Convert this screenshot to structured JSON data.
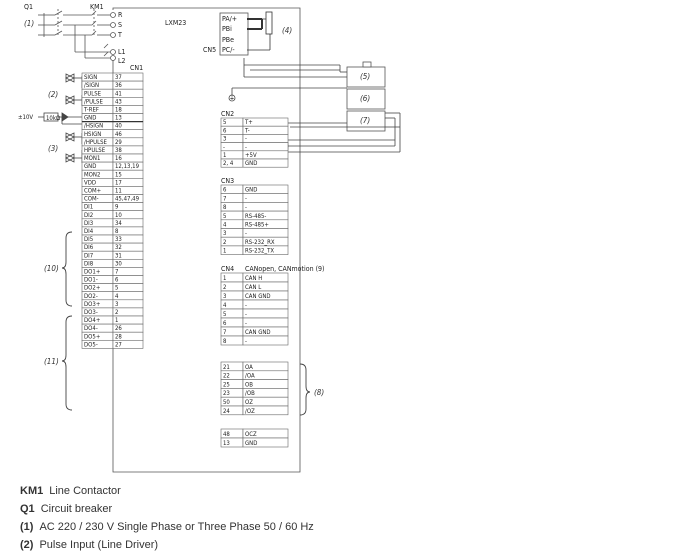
{
  "diagram": {
    "q1": "Q1",
    "km1": "KM1",
    "rst": [
      "R",
      "S",
      "T"
    ],
    "l1": "L1",
    "l2": "L2",
    "cn1": "CN1",
    "drive": "LXM23",
    "cn5_label": "CN5",
    "cn5_pins": [
      "PA/+",
      "PBi",
      "PBe",
      "PC/-"
    ],
    "vref": "±10V",
    "res": "10kΩ",
    "callouts": [
      "(1)",
      "(2)",
      "(3)",
      "(4)",
      "(5)",
      "(6)",
      "(7)",
      "(8)",
      "(10)",
      "(11)"
    ],
    "cn1_rows": [
      {
        "name": "SIGN",
        "pin": "37"
      },
      {
        "name": "/SIGN",
        "pin": "36"
      },
      {
        "name": "PULSE",
        "pin": "41"
      },
      {
        "name": "/PULSE",
        "pin": "43"
      },
      {
        "name": "T-REF",
        "pin": "18"
      },
      {
        "name": "GND",
        "pin": "13"
      },
      {
        "name": "/HSIGN",
        "pin": "40"
      },
      {
        "name": "HSIGN",
        "pin": "46"
      },
      {
        "name": "/HPULSE",
        "pin": "29"
      },
      {
        "name": "HPULSE",
        "pin": "38"
      },
      {
        "name": "MON1",
        "pin": "16"
      },
      {
        "name": "GND",
        "pin": "12,13,19"
      },
      {
        "name": "MON2",
        "pin": "15"
      },
      {
        "name": "VDD",
        "pin": "17"
      },
      {
        "name": "COM+",
        "pin": "11"
      },
      {
        "name": "COM-",
        "pin": "45,47,49"
      },
      {
        "name": "DI1",
        "pin": "9"
      },
      {
        "name": "DI2",
        "pin": "10"
      },
      {
        "name": "DI3",
        "pin": "34"
      },
      {
        "name": "DI4",
        "pin": "8"
      },
      {
        "name": "DI5",
        "pin": "33"
      },
      {
        "name": "DI6",
        "pin": "32"
      },
      {
        "name": "DI7",
        "pin": "31"
      },
      {
        "name": "DI8",
        "pin": "30"
      },
      {
        "name": "DO1+",
        "pin": "7"
      },
      {
        "name": "DO1-",
        "pin": "6"
      },
      {
        "name": "DO2+",
        "pin": "5"
      },
      {
        "name": "DO2-",
        "pin": "4"
      },
      {
        "name": "DO3+",
        "pin": "3"
      },
      {
        "name": "DO3-",
        "pin": "2"
      },
      {
        "name": "DO4+",
        "pin": "1"
      },
      {
        "name": "DO4-",
        "pin": "26"
      },
      {
        "name": "DO5+",
        "pin": "28"
      },
      {
        "name": "DO5-",
        "pin": "27"
      }
    ],
    "cn2_label": "CN2",
    "cn2_rows": [
      {
        "pin": "5",
        "name": "T+"
      },
      {
        "pin": "6",
        "name": "T-"
      },
      {
        "pin": "3",
        "name": "-"
      },
      {
        "pin": "-",
        "name": "-"
      },
      {
        "pin": "1",
        "name": "+5V"
      },
      {
        "pin": "2, 4",
        "name": "GND"
      }
    ],
    "cn3_label": "CN3",
    "cn3_rows": [
      {
        "pin": "6",
        "name": "GND"
      },
      {
        "pin": "7",
        "name": "-"
      },
      {
        "pin": "8",
        "name": "-"
      },
      {
        "pin": "5",
        "name": "RS-485-"
      },
      {
        "pin": "4",
        "name": "RS-485+"
      },
      {
        "pin": "3",
        "name": "-"
      },
      {
        "pin": "2",
        "name": "RS-232_RX"
      },
      {
        "pin": "1",
        "name": "RS-232_TX"
      }
    ],
    "cn4_label": "CN4",
    "cn4_title": "CANopen, CANmotion (9)",
    "cn4_rows": [
      {
        "pin": "1",
        "name": "CAN H"
      },
      {
        "pin": "2",
        "name": "CAN L"
      },
      {
        "pin": "3",
        "name": "CAN GND"
      },
      {
        "pin": "4",
        "name": "-"
      },
      {
        "pin": "5",
        "name": "-"
      },
      {
        "pin": "6",
        "name": "-"
      },
      {
        "pin": "7",
        "name": "CAN GND"
      },
      {
        "pin": "8",
        "name": "-"
      }
    ],
    "enc_rows": [
      {
        "pin": "21",
        "name": "OA"
      },
      {
        "pin": "22",
        "name": "/OA"
      },
      {
        "pin": "25",
        "name": "OB"
      },
      {
        "pin": "23",
        "name": "/OB"
      },
      {
        "pin": "50",
        "name": "OZ"
      },
      {
        "pin": "24",
        "name": "/OZ"
      }
    ],
    "ocz_rows": [
      {
        "pin": "48",
        "name": "OCZ"
      },
      {
        "pin": "13",
        "name": "GND"
      }
    ]
  },
  "legend": [
    {
      "key": "KM1",
      "desc": "Line Contactor"
    },
    {
      "key": "Q1",
      "desc": "Circuit breaker"
    },
    {
      "key": "(1)",
      "desc": "AC 220 / 230 V Single Phase or Three Phase 50 / 60 Hz"
    },
    {
      "key": "(2)",
      "desc": "Pulse Input (Line Driver)"
    }
  ]
}
